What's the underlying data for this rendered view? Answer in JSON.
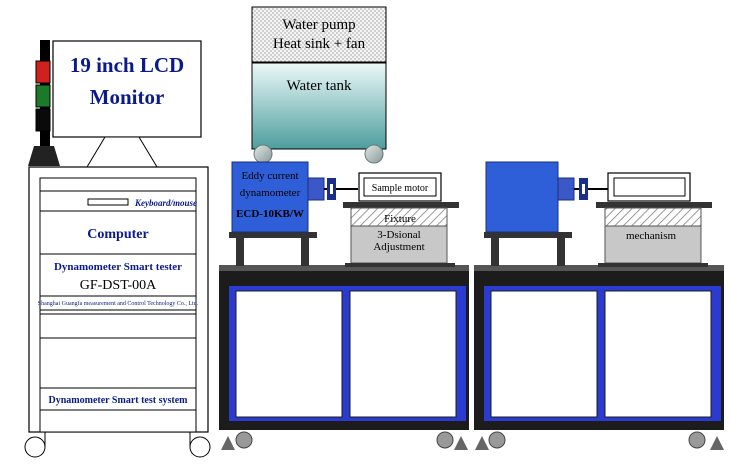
{
  "monitor": {
    "line1": "19 inch LCD",
    "line2": "Monitor"
  },
  "console": {
    "keyboard_label": "Keyboard/mouse",
    "computer_label": "Computer",
    "tester_label": "Dynamometer Smart tester",
    "model_label": "GF-DST-00A",
    "company_label": "Shanghai Guangfa measurement and Control Technology Co., Ltd.",
    "system_label": "Dynamometer Smart test system"
  },
  "pump": {
    "line1": "Water pump",
    "line2": "Heat sink + fan"
  },
  "tank": {
    "label": "Water tank"
  },
  "dyno_left": {
    "line1": "Eddy current",
    "line2": "dynamometer",
    "line3": "ECD-10KB/W"
  },
  "sample_motor": {
    "label": "Sample motor"
  },
  "fixture": {
    "line1": "Fixture",
    "line2": "3-Dsional",
    "line3": "Adjustment"
  },
  "mechanism": {
    "label": "mechanism"
  },
  "colors": {
    "dyno_blue": "#2f5fd8",
    "console_text": "#0a1a8a",
    "bench_dark": "#1c1c1c",
    "tank_top": "#e8f6f6",
    "tank_bottom": "#5aa7a7",
    "fixture_gray": "#c8c8c8"
  }
}
